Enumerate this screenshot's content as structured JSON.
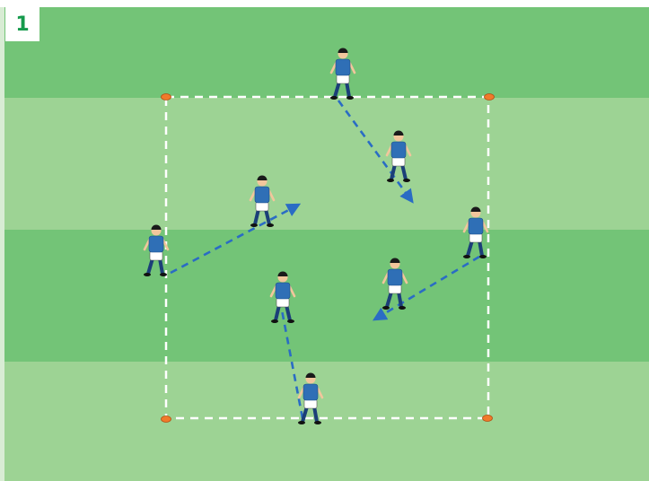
{
  "diagram": {
    "step_number": "1",
    "colors": {
      "grass_dark": "#73c477",
      "grass_light": "#9dd394",
      "left_edge": "#d8ecd4",
      "grid_line": "#ffffff",
      "cone": "#f07a2a",
      "pass_arrow": "#2a6cc4",
      "jersey": "#2f6fb6",
      "shorts": "#ffffff",
      "socks": "#1b3f78",
      "skin": "#f2c69c",
      "hair": "#1a1a1a",
      "badge_text": "#159a4c"
    },
    "grid": {
      "cones": 4,
      "boundary_style": "dashed"
    },
    "players": [
      {
        "id": "top",
        "kit": "blue-white",
        "pose": "running"
      },
      {
        "id": "upper-right",
        "kit": "blue-white",
        "pose": "ready"
      },
      {
        "id": "upper-left-center",
        "kit": "blue-white",
        "pose": "ready"
      },
      {
        "id": "right-edge",
        "kit": "blue-white",
        "pose": "running"
      },
      {
        "id": "left-edge",
        "kit": "blue-white",
        "pose": "running"
      },
      {
        "id": "center",
        "kit": "blue-white",
        "pose": "ready"
      },
      {
        "id": "center-right",
        "kit": "blue-white",
        "pose": "running"
      },
      {
        "id": "bottom",
        "kit": "blue-white",
        "pose": "running"
      }
    ],
    "passes": [
      {
        "from": "top",
        "style": "dashed-arrow"
      },
      {
        "from": "left-edge",
        "style": "dashed-arrow"
      },
      {
        "from": "right-edge",
        "style": "dashed-arrow"
      },
      {
        "from": "bottom",
        "style": "dashed-arrow"
      }
    ]
  }
}
